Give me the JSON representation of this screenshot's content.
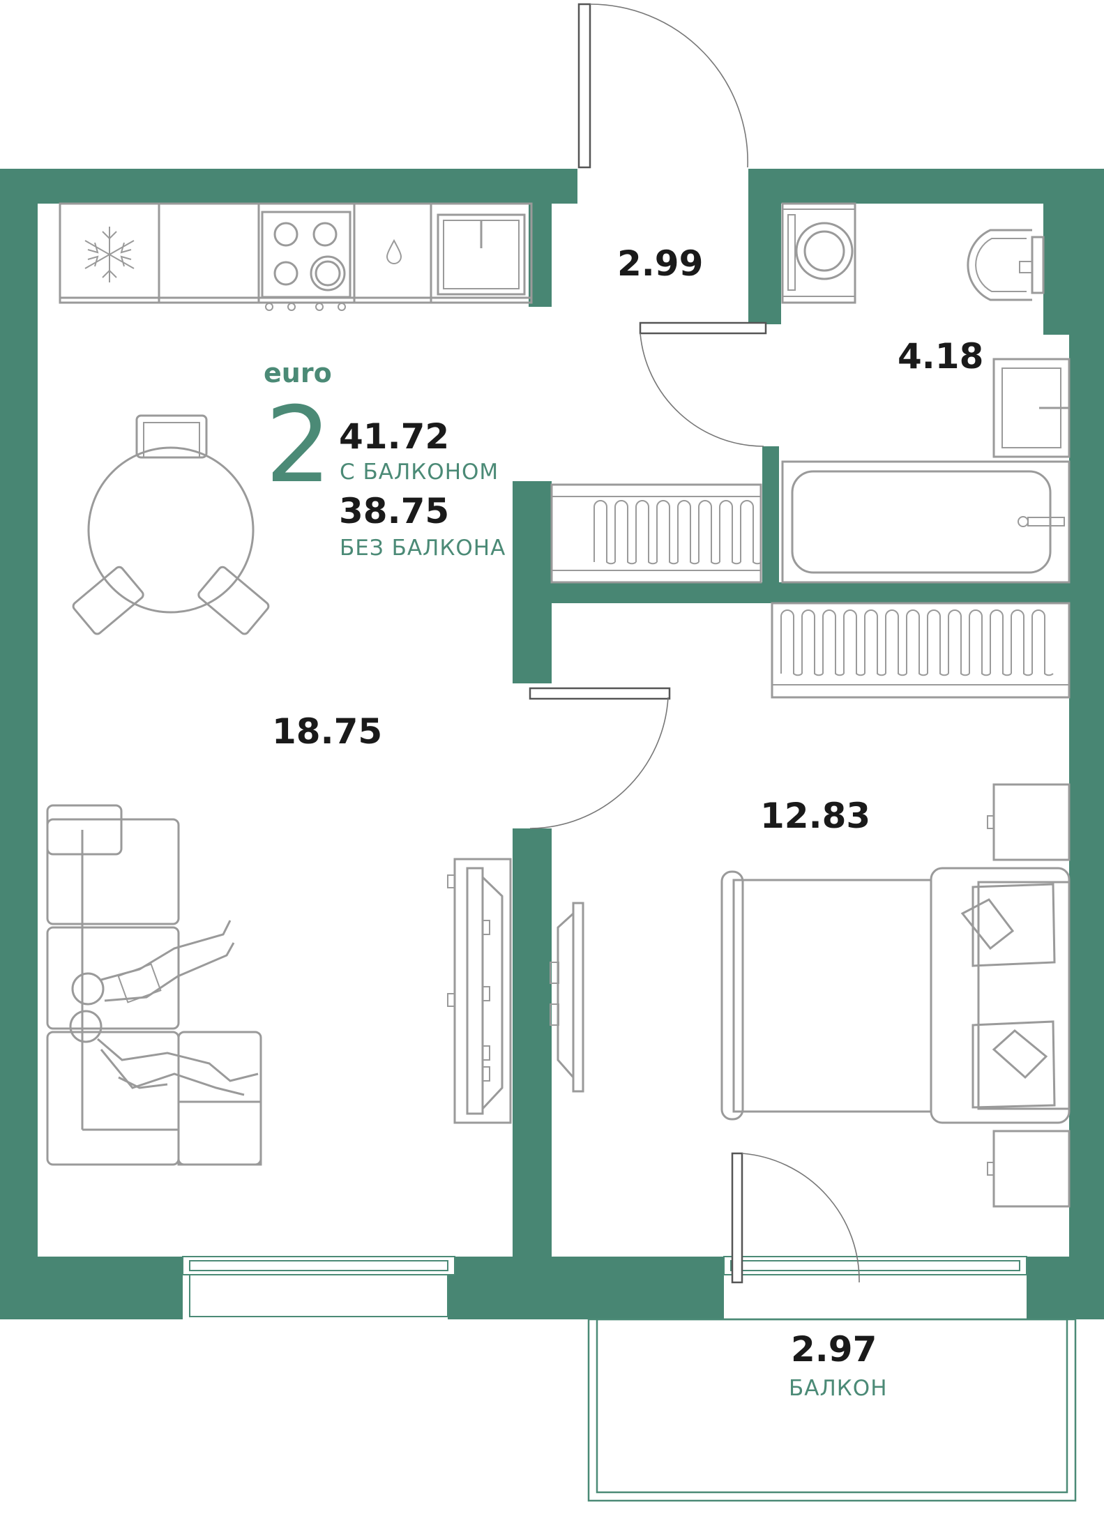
{
  "plan": {
    "class_label": "euro",
    "rooms_count": "2",
    "total_with_balcony": "41.72",
    "with_balcony_label": "С БАЛКОНОМ",
    "total_without_balcony": "38.75",
    "without_balcony_label": "БЕЗ БАЛКОНА",
    "colors": {
      "wall": "#488673",
      "accent": "#4b8a76",
      "furniture": "#9a9a9a",
      "text": "#1a1a1a"
    }
  },
  "rooms": {
    "living_kitchen": {
      "area": "18.75"
    },
    "hall": {
      "area": "2.99"
    },
    "bathroom": {
      "area": "4.18"
    },
    "bedroom": {
      "area": "12.83"
    },
    "balcony": {
      "area": "2.97",
      "label": "БАЛКОН"
    }
  },
  "icons": [
    "snowflake-icon",
    "water-drop-icon",
    "stove-icon",
    "sink-icon",
    "toilet-icon",
    "washing-machine-icon",
    "bathtub-icon",
    "radiator-icon",
    "bed-icon",
    "sofa-icon",
    "dining-table-icon",
    "tv-icon",
    "wardrobe-icon"
  ]
}
